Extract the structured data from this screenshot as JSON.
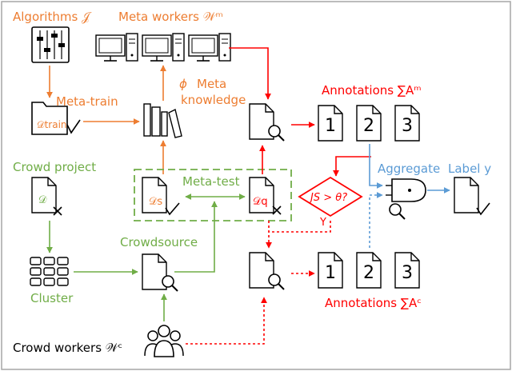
{
  "labels": {
    "algorithms": "Algorithms 𝒥",
    "meta_workers": "Meta workers 𝒲ᵐ",
    "meta_train": "Meta-train",
    "d_train": "𝒟train",
    "meta_knowledge_symbol": "ϕ",
    "meta_knowledge_line1": "Meta",
    "meta_knowledge_line2": "knowledge",
    "annotations_meta": "Annotations ∑Aᵐ",
    "crowd_project": "Crowd project",
    "d_crowd": "𝒟",
    "meta_test": "Meta-test",
    "d_s": "𝒟s",
    "d_q": "𝒟q",
    "aggregate": "Aggregate",
    "label_y": "Label y",
    "js_condition": "JS > θ?",
    "yes": "Y",
    "crowdsource": "Crowdsource",
    "cluster": "Cluster",
    "annotations_crowd": "Annotations ∑Aᶜ",
    "crowd_workers": "Crowd workers 𝒲ᶜ"
  },
  "annotation_numbers": [
    "1",
    "2",
    "3"
  ],
  "colors": {
    "orange": "#ed7d31",
    "green": "#70ad47",
    "red": "#ff0000",
    "blue": "#5b9bd5",
    "black": "#000000",
    "border": "#a6a6a6"
  }
}
